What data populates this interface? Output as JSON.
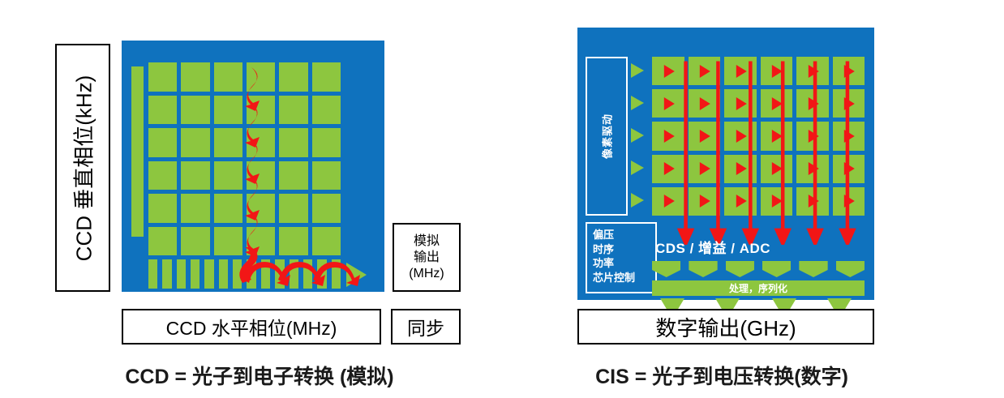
{
  "colors": {
    "panel_blue": "#0F72BE",
    "pixel_green": "#8DC63F",
    "arrow_red": "#F21616",
    "box_white": "#FFFFFF",
    "text_black": "#000000"
  },
  "ccd": {
    "vertical_phase_label": "CCD 垂直相位(kHz)",
    "horizontal_phase_label": "CCD 水平相位(MHz)",
    "sync_label": "同步",
    "analog_output": {
      "line1": "模拟",
      "line2": "输出",
      "line3": "(MHz)"
    },
    "caption": "CCD = 光子到电子转换 (模拟)",
    "grid": {
      "columns": 6,
      "rows": 6
    },
    "register_strips": 14
  },
  "cis": {
    "pixel_driver_label": "像素驱动",
    "control_box": {
      "line1": "偏压",
      "line2": "时序",
      "line3": "功率",
      "line4": "芯片控制"
    },
    "column_chain_label": "CDS / 增益 / ADC",
    "processing_label": "处理，序列化",
    "digital_output_label": "数字输出(GHz)",
    "caption": "CIS = 光子到电压转换(数字)",
    "grid": {
      "columns": 6,
      "rows": 5
    },
    "driver_arrow_count": 5,
    "adc_block_count": 6,
    "output_arrow_count": 4
  }
}
